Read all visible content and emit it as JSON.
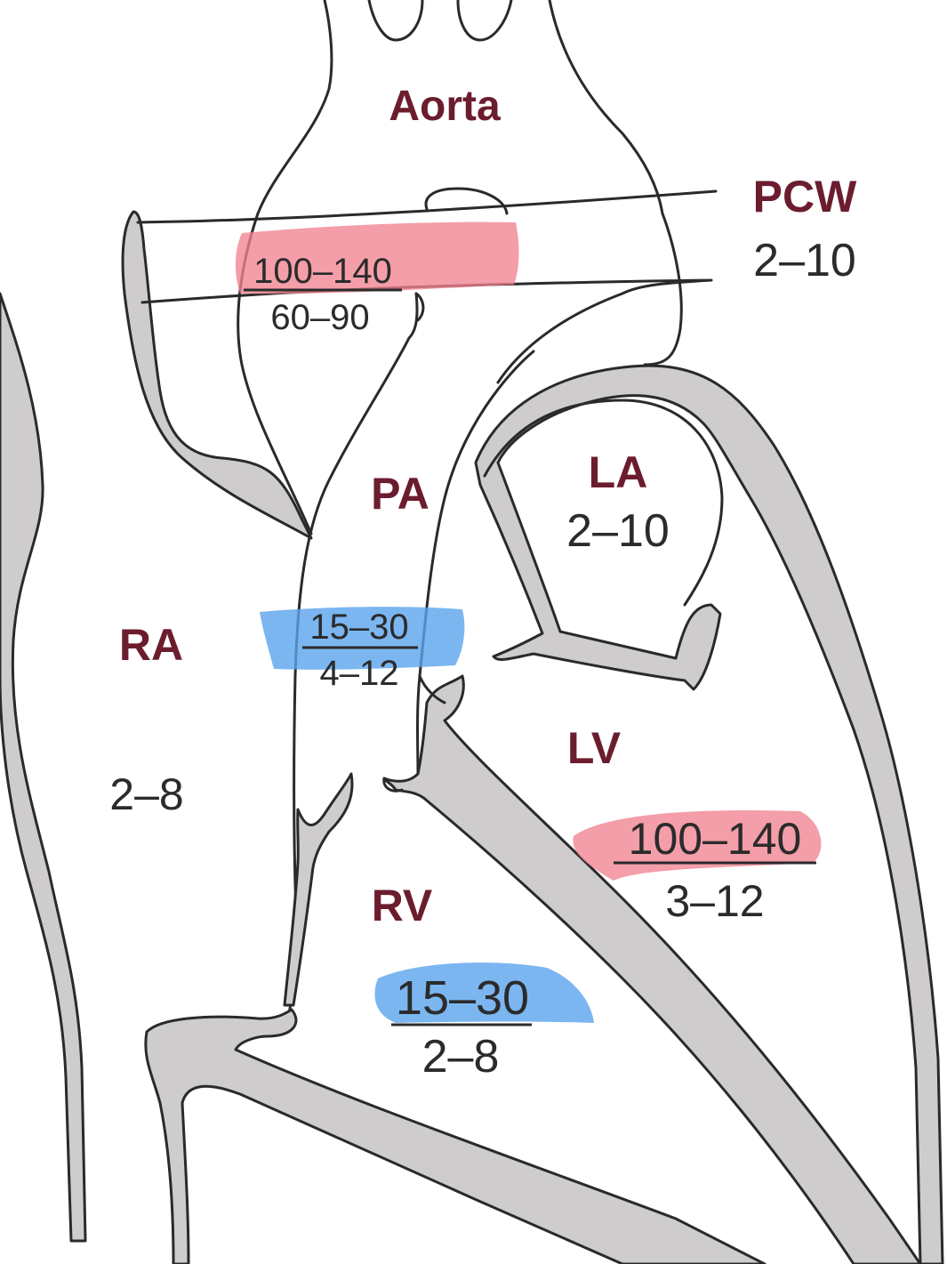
{
  "labels": {
    "aorta": "Aorta",
    "pcw": "PCW",
    "pa": "PA",
    "la": "LA",
    "ra": "RA",
    "lv": "LV",
    "rv": "RV"
  },
  "values": {
    "aorta_systolic": "100–140",
    "aorta_diastolic": "60–90",
    "pcw": "2–10",
    "la": "2–10",
    "pa_systolic": "15–30",
    "pa_diastolic": "4–12",
    "ra": "2–8",
    "lv_systolic": "100–140",
    "lv_diastolic": "3–12",
    "rv_systolic": "15–30",
    "rv_diastolic": "2–8"
  },
  "colors": {
    "label": "#6b1d2e",
    "highlight_red": "#f0838f",
    "highlight_blue": "#5aa4ec",
    "wall": "#cfcccd"
  }
}
